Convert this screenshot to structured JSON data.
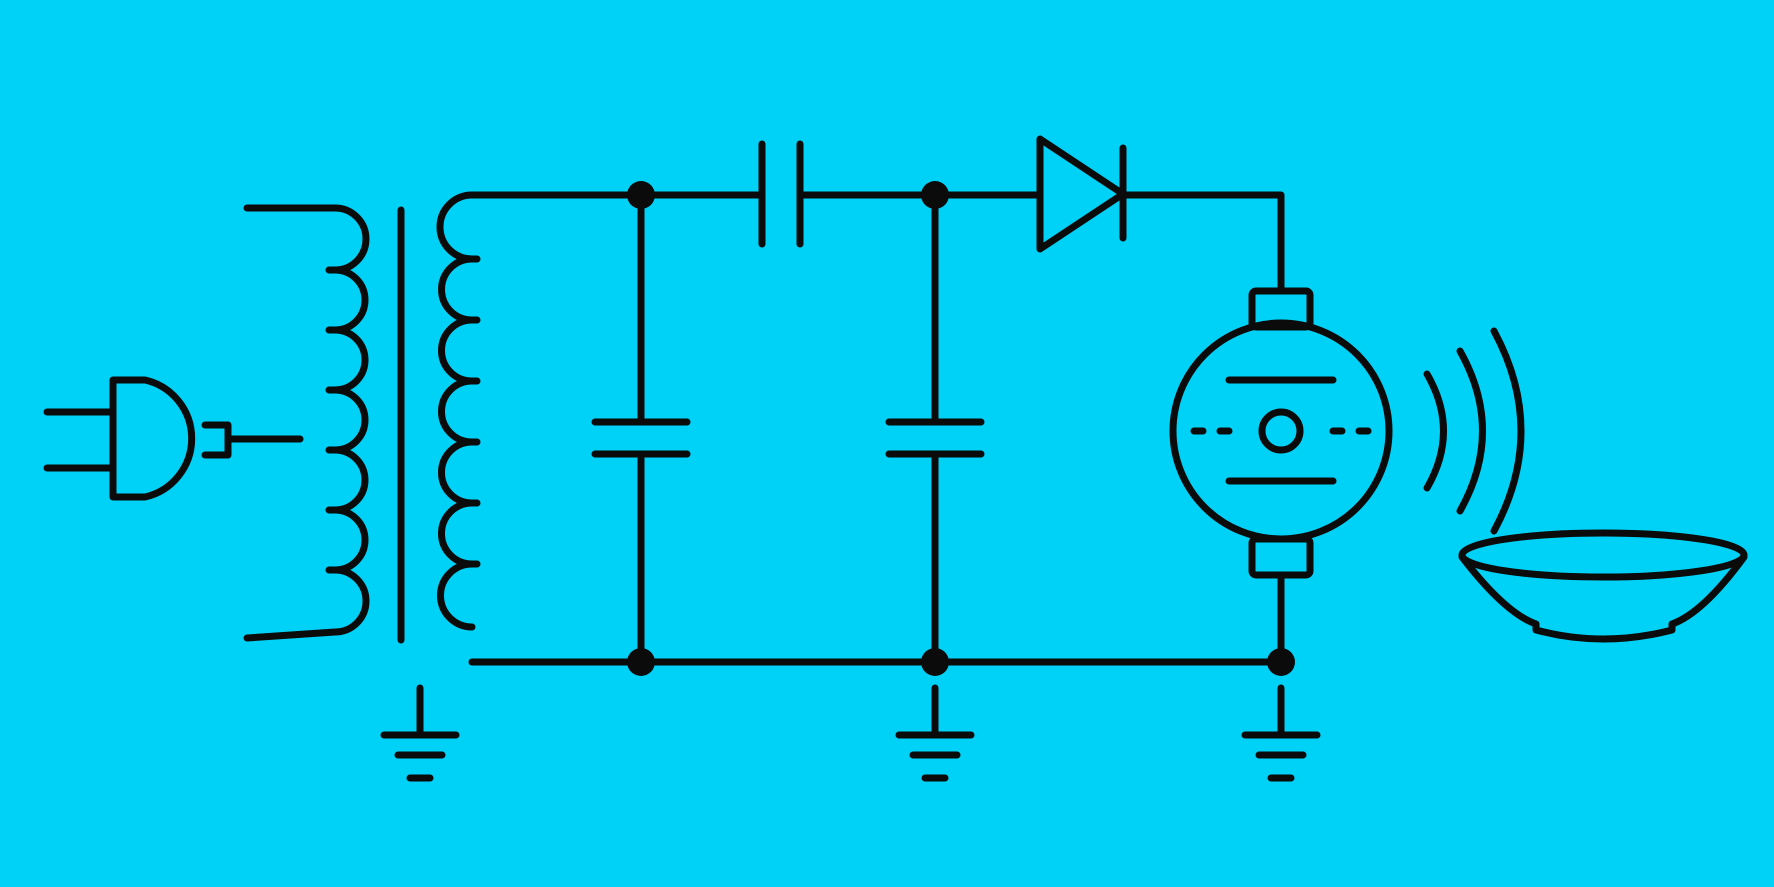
{
  "colors": {
    "background": "#00d2f7",
    "ink": "#0b0b0b"
  },
  "components": [
    {
      "id": "plug",
      "icon": "power-plug-icon"
    },
    {
      "id": "transformer",
      "icon": "transformer-icon"
    },
    {
      "id": "capacitor-c1",
      "icon": "capacitor-icon"
    },
    {
      "id": "capacitor-c2",
      "icon": "capacitor-icon"
    },
    {
      "id": "capacitor-c3",
      "icon": "capacitor-icon"
    },
    {
      "id": "diode",
      "icon": "diode-icon"
    },
    {
      "id": "motor",
      "icon": "dc-motor-icon"
    },
    {
      "id": "sound-waves",
      "icon": "sound-waves-icon"
    },
    {
      "id": "bowl",
      "icon": "bowl-icon"
    },
    {
      "id": "ground-1",
      "icon": "ground-icon"
    },
    {
      "id": "ground-2",
      "icon": "ground-icon"
    },
    {
      "id": "ground-3",
      "icon": "ground-icon"
    }
  ]
}
